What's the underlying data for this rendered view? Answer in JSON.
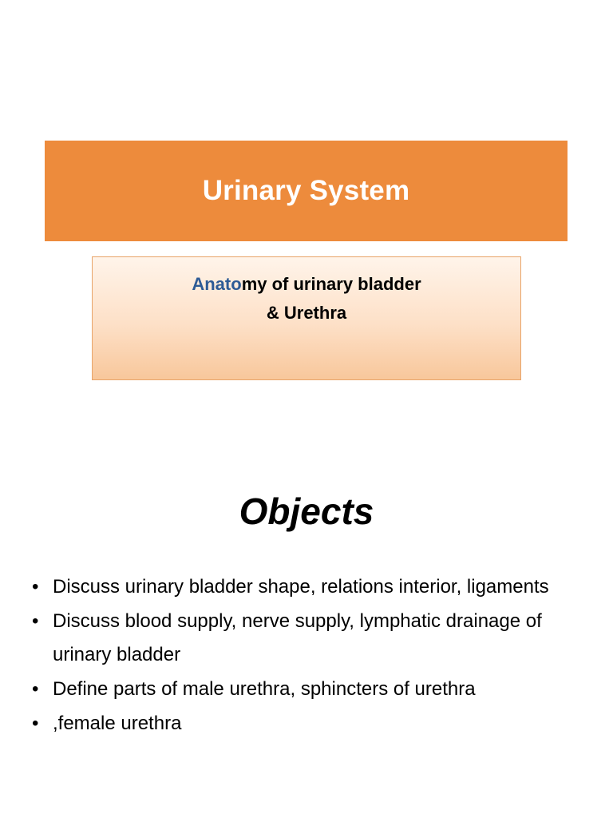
{
  "slide": {
    "title": "Urinary System",
    "subtitle": {
      "line1_highlight": "Anato",
      "line1_rest": "my of urinary bladder",
      "line2": "& Urethra",
      "highlight_color": "#2E5B96"
    },
    "objects_heading": "Objects",
    "bullets": [
      {
        "marker": "•",
        "text": "Discuss urinary bladder shape, relations interior, ligaments"
      },
      {
        "marker": "•",
        "text": "Discuss blood supply, nerve supply, lymphatic drainage of urinary bladder"
      },
      {
        "marker": "•",
        "text": "Define parts of male urethra, sphincters of urethra"
      },
      {
        "marker": "•",
        "text": " ,female urethra"
      }
    ],
    "colors": {
      "banner": "#ED8B3C",
      "banner_text": "#FFFFFF",
      "subtitle_border": "#E8A469",
      "background": "#FFFFFF"
    }
  }
}
